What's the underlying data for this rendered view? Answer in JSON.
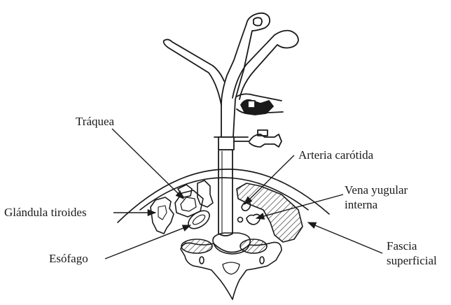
{
  "diagram": {
    "labels": {
      "traquea": "Tráquea",
      "arteria": "Arteria carótida",
      "vena_line1": "Vena yugular",
      "vena_line2": "interna",
      "glandula": "Glándula tiroides",
      "esofago": "Esófago",
      "fascia_line1": "Fascia",
      "fascia_line2": "superficial"
    },
    "colors": {
      "ink": "#1a1a1a",
      "background": "#ffffff"
    }
  }
}
